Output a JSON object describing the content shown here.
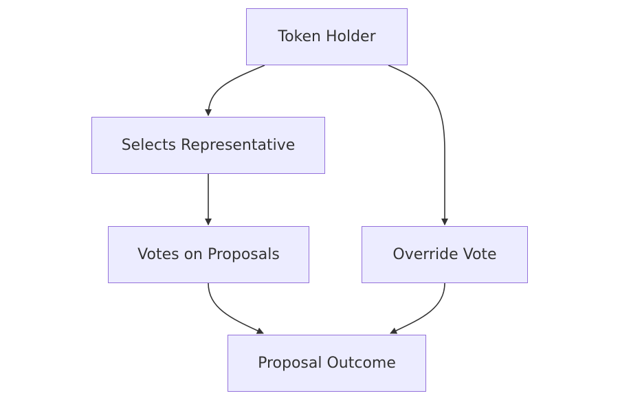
{
  "nodes": {
    "token_holder": "Token Holder",
    "selects_representative": "Selects Representative",
    "votes_on_proposals": "Votes on Proposals",
    "override_vote": "Override Vote",
    "proposal_outcome": "Proposal Outcome"
  },
  "edges": [
    {
      "from": "Token Holder",
      "to": "Selects Representative"
    },
    {
      "from": "Token Holder",
      "to": "Override Vote"
    },
    {
      "from": "Selects Representative",
      "to": "Votes on Proposals"
    },
    {
      "from": "Votes on Proposals",
      "to": "Proposal Outcome"
    },
    {
      "from": "Override Vote",
      "to": "Proposal Outcome"
    }
  ],
  "colors": {
    "node_fill": "#ececff",
    "node_border": "#9370db",
    "edge": "#333333",
    "text": "#333333"
  }
}
